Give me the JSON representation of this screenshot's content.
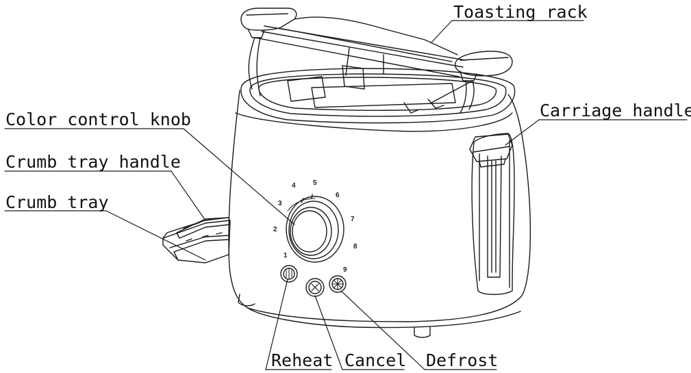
{
  "labels": {
    "toasting_rack": "Toasting rack",
    "carriage_handle": "Carriage handle",
    "color_control_knob": "Color control knob",
    "crumb_tray_handle": "Crumb tray handle",
    "crumb_tray": "Crumb tray",
    "reheat": "Reheat",
    "cancel": "Cancel",
    "defrost": "Defrost"
  },
  "dial_numbers": [
    "1",
    "2",
    "3",
    "4",
    "5",
    "6",
    "7",
    "8",
    "9"
  ]
}
